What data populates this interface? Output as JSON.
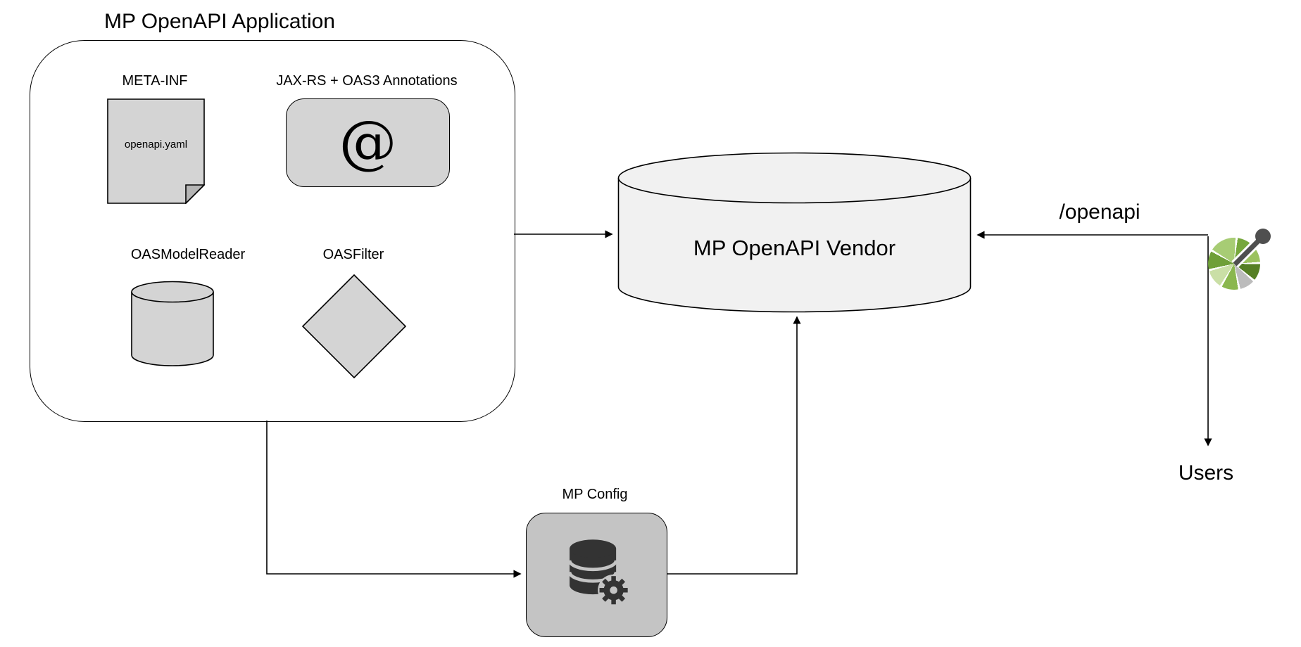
{
  "app": {
    "title": "MP OpenAPI Application",
    "meta_inf": {
      "label": "META-INF",
      "file_name": "openapi.yaml"
    },
    "annotations": {
      "label": "JAX-RS + OAS3 Annotations",
      "symbol": "@"
    },
    "model_reader": {
      "label": "OASModelReader"
    },
    "oas_filter": {
      "label": "OASFilter"
    }
  },
  "vendor": {
    "label": "MP OpenAPI Vendor"
  },
  "endpoint": {
    "label": "/openapi"
  },
  "users": {
    "label": "Users"
  },
  "config": {
    "label": "MP Config"
  },
  "colors": {
    "shape_fill": "#d4d4d4",
    "shape_stroke": "#000000",
    "fold_fill": "#b5b5b5",
    "vendor_fill": "#f1f1f1",
    "config_fill": "#c4c4c4",
    "icon_dark": "#333333",
    "logo_node": "#4f4f4f",
    "logo_greens": [
      "#76a73c",
      "#9bc25e",
      "#557f24",
      "#8ab74e",
      "#cadfa6",
      "#6f9f38",
      "#a7cc74"
    ]
  }
}
